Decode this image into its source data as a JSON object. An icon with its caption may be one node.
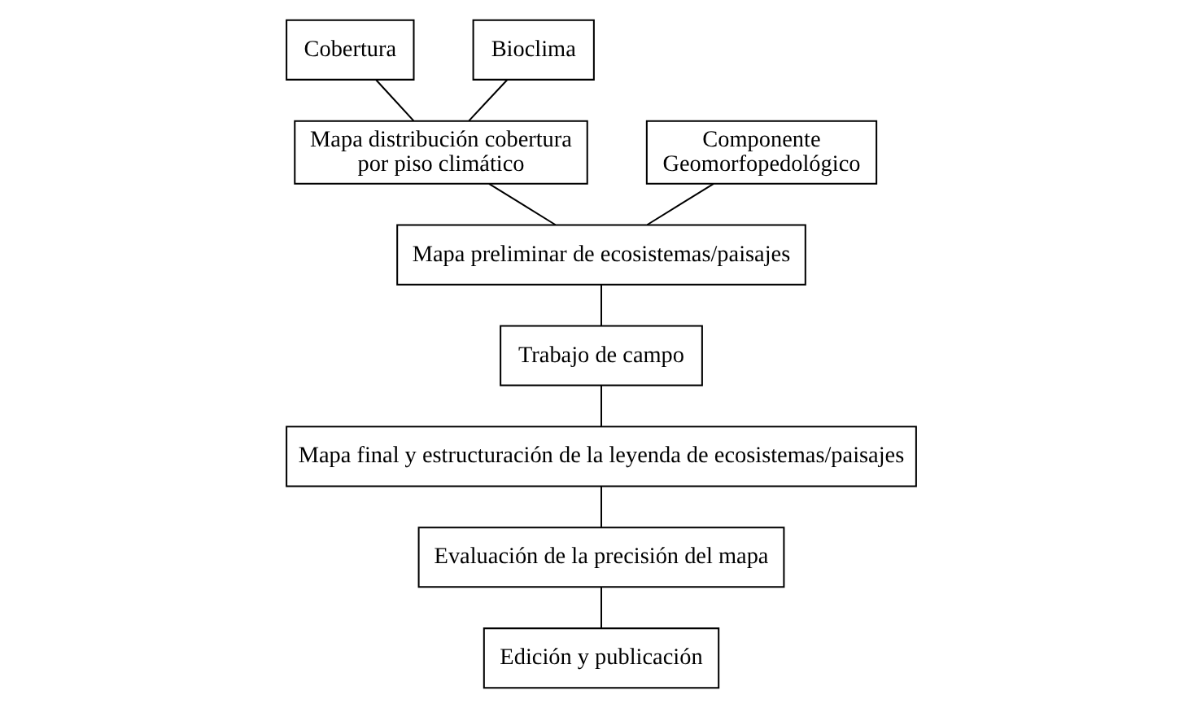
{
  "diagram": {
    "nodes": [
      {
        "text": [
          "Cobertura"
        ]
      },
      {
        "text": [
          "Bioclima"
        ]
      },
      {
        "text": [
          "Mapa distribución cobertura por piso climático"
        ]
      },
      {
        "text": [
          "Componente Geomorfopedológico"
        ]
      },
      {
        "text": [
          "Mapa preliminar de ecosistemas/paisajes"
        ]
      },
      {
        "text": [
          "Trabajo de campo"
        ]
      },
      {
        "text": [
          "Mapa final y estructuración de la leyenda de ecosistemas/paisajes"
        ]
      },
      {
        "text": [
          "Evaluación de la precisión del mapa"
        ]
      },
      {
        "text": [
          "Edición y publicación"
        ]
      }
    ],
    "edges": [
      {
        "from": 0,
        "to": 2,
        "arrow": "none"
      },
      {
        "from": 1,
        "to": 2,
        "arrow": "none"
      },
      {
        "from": 2,
        "to": 4,
        "arrow": "none"
      },
      {
        "from": 3,
        "to": 4,
        "arrow": "none"
      },
      {
        "from": 4,
        "to": 5,
        "arrow": "none"
      },
      {
        "from": 5,
        "to": 6,
        "arrow": "none"
      },
      {
        "from": 6,
        "to": 7,
        "arrow": "none"
      },
      {
        "from": 7,
        "to": 8,
        "arrow": "none"
      }
    ]
  }
}
